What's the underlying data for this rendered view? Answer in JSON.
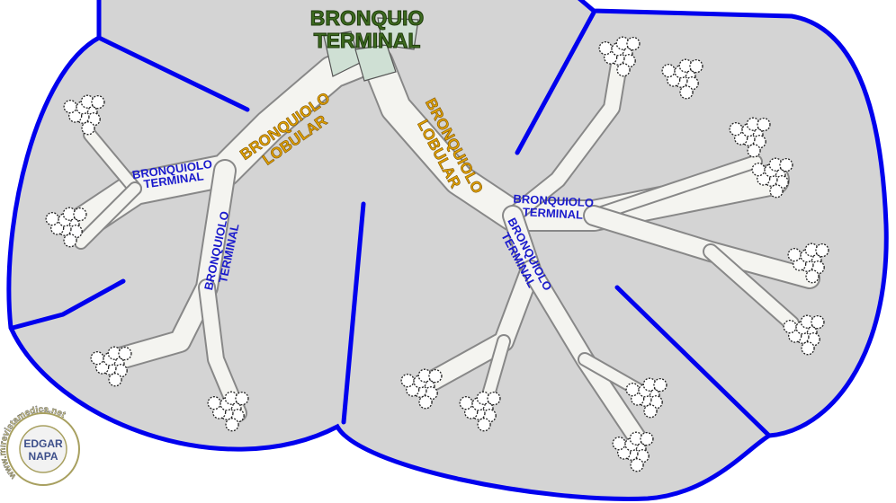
{
  "title": {
    "line1": "BRONQUIO",
    "line2": "TERMINAL"
  },
  "labels": {
    "lobular_left": {
      "line1": "BRONQUIOLO",
      "line2": "LOBULAR"
    },
    "lobular_right": {
      "line1": "BRONQUIOLO",
      "line2": "LOBULAR"
    },
    "terminal_left_upper": {
      "line1": "BRONQUIOLO",
      "line2": "TERMINAL"
    },
    "terminal_left_lower": {
      "line1": "BRONQUIOLO",
      "line2": "TERMINAL"
    },
    "terminal_right_upper": {
      "line1": "BRONQUIOLO",
      "line2": "TERMINAL"
    },
    "terminal_right_lower": {
      "line1": "BRONQUIOLO",
      "line2": "TERMINAL"
    }
  },
  "logo": {
    "name1": "EDGAR",
    "name2": "NAPA",
    "ring_text": "www.mirevistamedica.net"
  },
  "colors": {
    "lobule_fill": "#d4d4d4",
    "septum": "#0000ee",
    "title": "#3d6b1f",
    "lobular": "#e0a000",
    "terminal": "#1a1acc"
  }
}
